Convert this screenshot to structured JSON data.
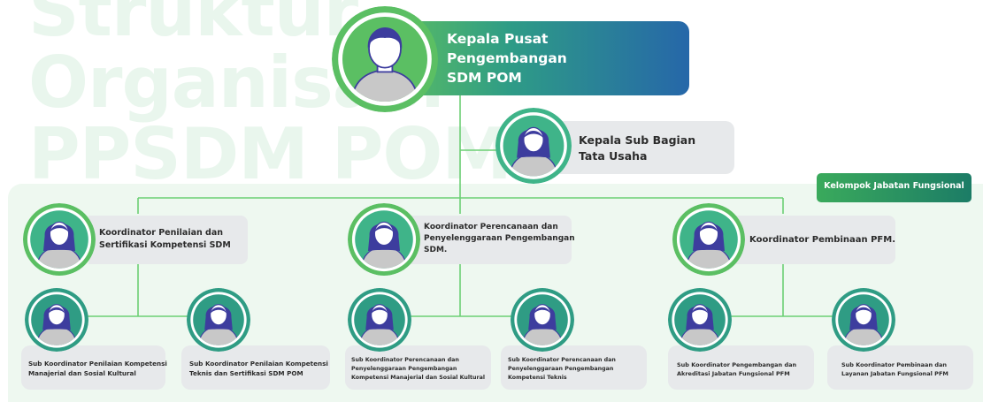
{
  "title_lines": [
    "Struktur",
    "Organisasi",
    "PPSDM POM"
  ],
  "head": {
    "line1": "Kepala Pusat",
    "line2": "Pengembangan",
    "line3": "SDM POM"
  },
  "kasubag": {
    "line1": "Kepala Sub Bagian",
    "line2": "Tata Usaha"
  },
  "jabfung": "Kelompok Jabatan Fungsional",
  "koordinator": [
    {
      "line1": "Koordinator Penilaian dan",
      "line2": "Sertifikasi Kompetensi SDM",
      "line3": ""
    },
    {
      "line1": "Koordinator Perencanaan dan",
      "line2": "Penyelenggaraan Pengembangan",
      "line3": "SDM."
    },
    {
      "line1": "Koordinator Pembinaan PFM.",
      "line2": "",
      "line3": ""
    }
  ],
  "sub": [
    {
      "line1": "Sub Koordinator Penilaian Kompetensi",
      "line2": "Manajerial dan Sosial Kultural",
      "line3": ""
    },
    {
      "line1": "Sub Koordinator Penilaian Kompetensi",
      "line2": "Teknis dan Sertifikasi SDM POM",
      "line3": ""
    },
    {
      "line1": "Sub Koordinator Perencanaan dan",
      "line2": "Penyelenggaraan Pengembangan",
      "line3": "Kompetensi Manajerial dan Sosial Kultural"
    },
    {
      "line1": "Sub Koordinator Perencanaan dan",
      "line2": "Penyelenggaraan Pengembangan",
      "line3": "Kompetensi Teknis"
    },
    {
      "line1": "Sub Koordinator Pengembangan dan",
      "line2": "Akreditasi Jabatan Fungsional PFM",
      "line3": ""
    },
    {
      "line1": "Sub Koordinator Pembinaan dan",
      "line2": "Layanan Jabatan Fungsional PFM",
      "line3": ""
    }
  ],
  "colors": {
    "green": "#5bbf63",
    "teal": "#2f9c84",
    "blue": "#2667a9",
    "avatar_purple": "#3d3d9e",
    "line": "#6ccf74"
  }
}
